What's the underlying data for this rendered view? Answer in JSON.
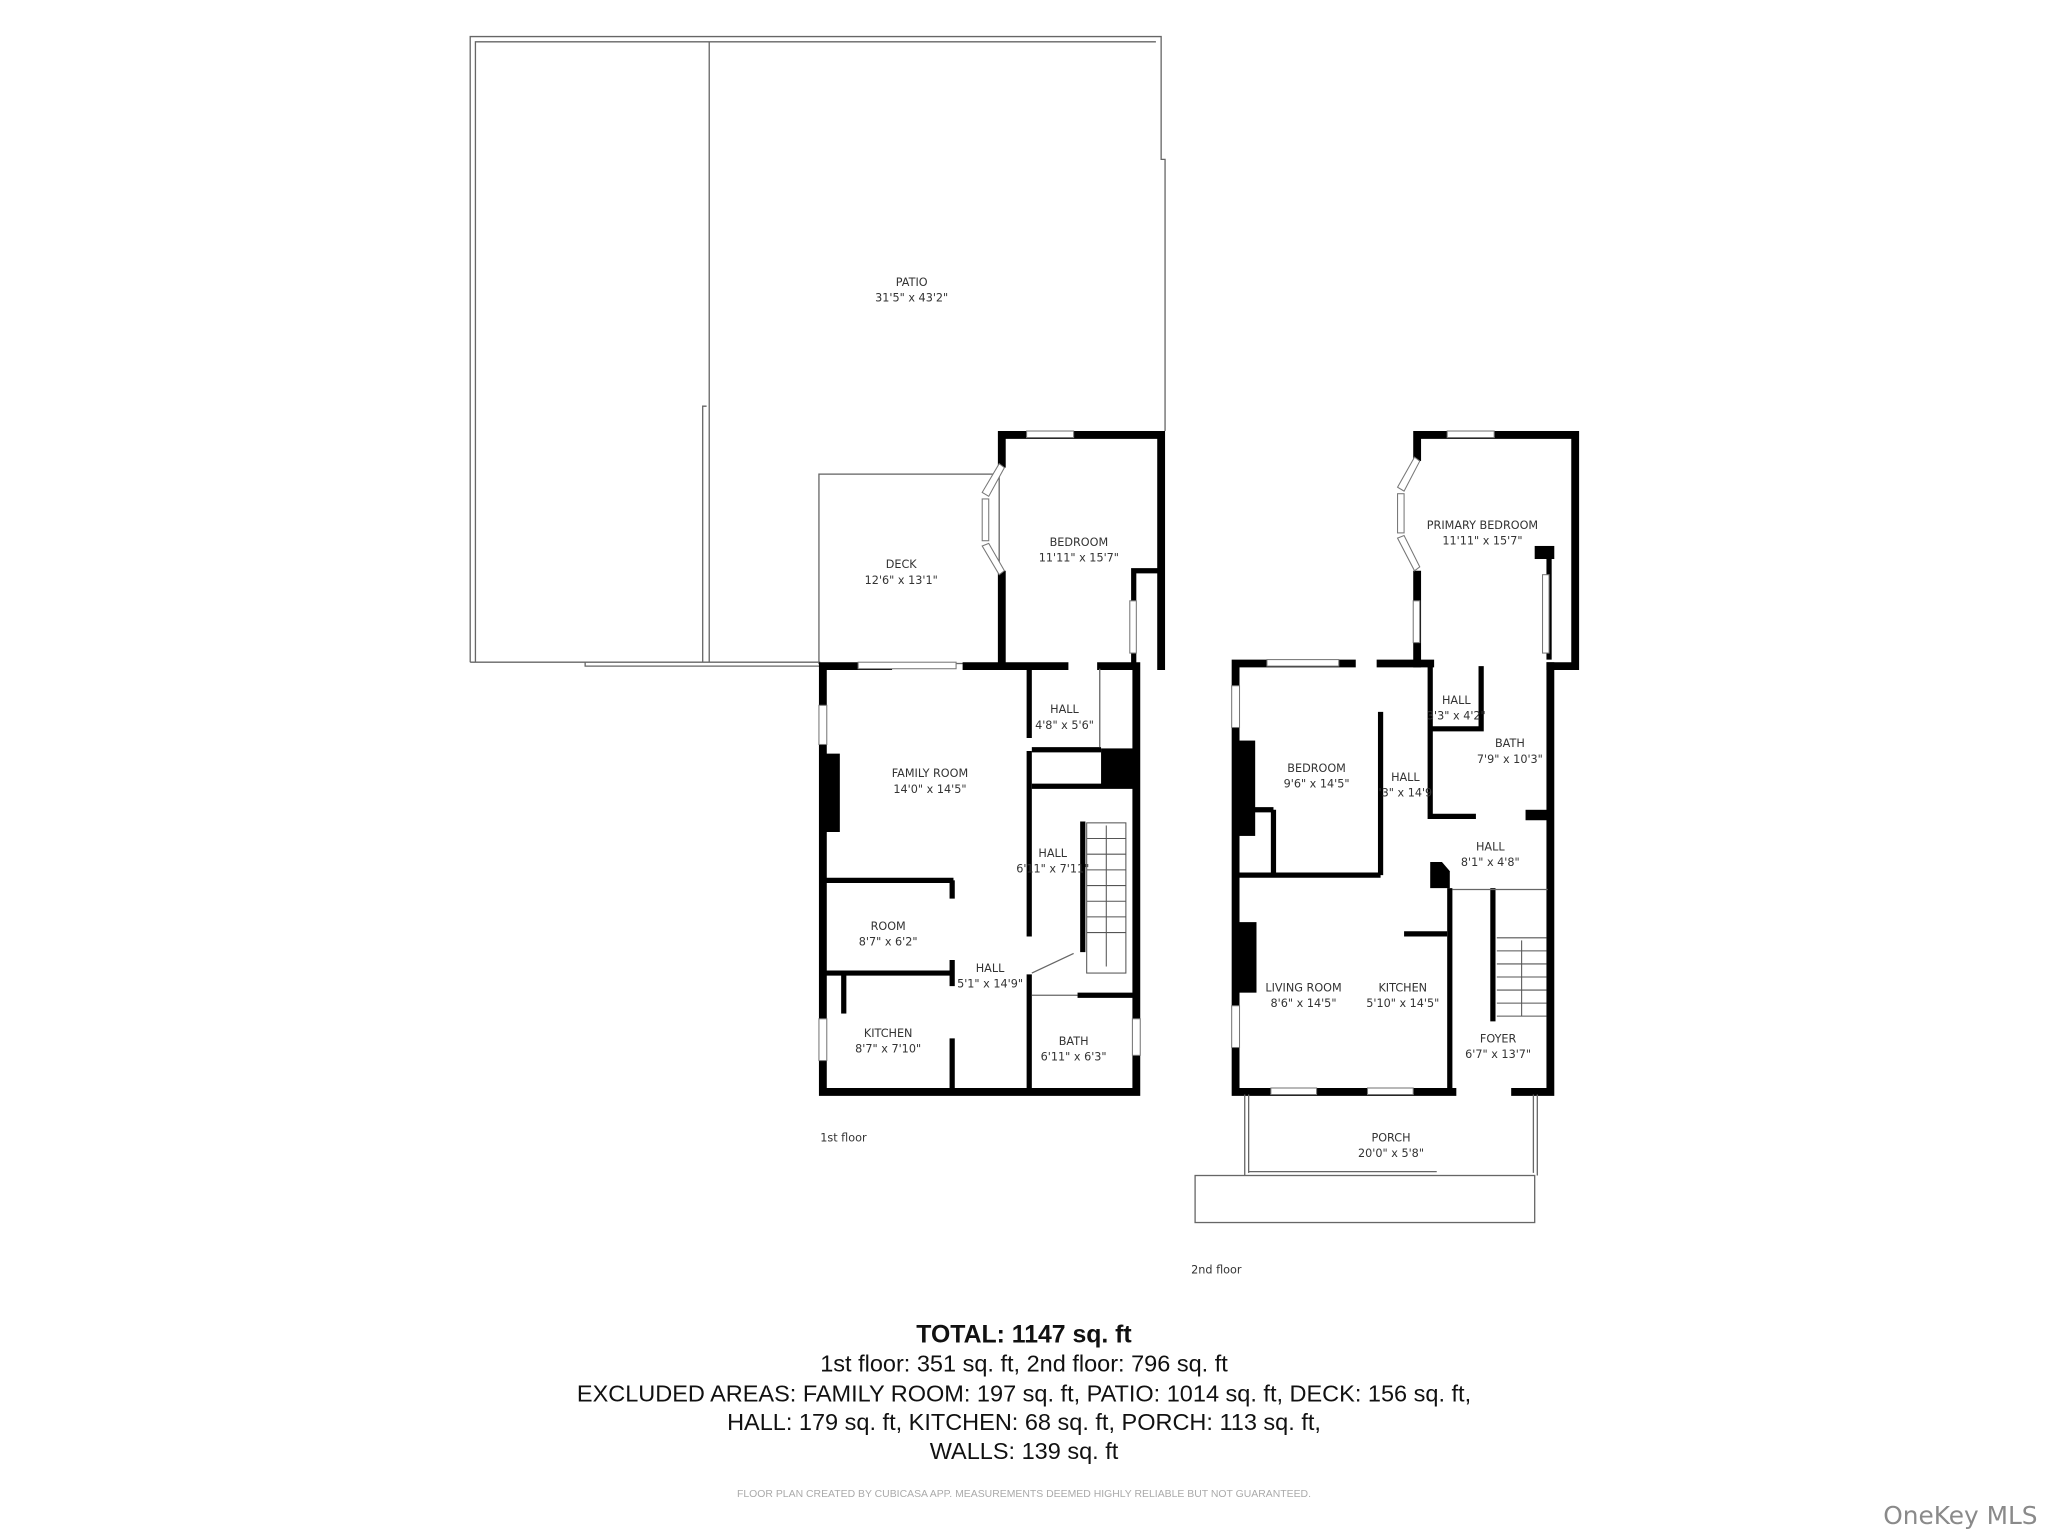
{
  "floors": {
    "first": {
      "label": "1st floor",
      "rooms": [
        {
          "name": "PATIO",
          "dims": "31'5\" x 43'2\""
        },
        {
          "name": "DECK",
          "dims": "12'6\" x 13'1\""
        },
        {
          "name": "BEDROOM",
          "dims": "11'11\" x 15'7\""
        },
        {
          "name": "HALL",
          "dims": "4'8\" x 5'6\""
        },
        {
          "name": "FAMILY ROOM",
          "dims": "14'0\" x 14'5\""
        },
        {
          "name": "HALL",
          "dims": "6'11\" x 7'11\""
        },
        {
          "name": "ROOM",
          "dims": "8'7\" x 6'2\""
        },
        {
          "name": "HALL",
          "dims": "5'1\" x 14'9\""
        },
        {
          "name": "KITCHEN",
          "dims": "8'7\" x 7'10\""
        },
        {
          "name": "BATH",
          "dims": "6'11\" x 6'3\""
        }
      ]
    },
    "second": {
      "label": "2nd floor",
      "rooms": [
        {
          "name": "PRIMARY BEDROOM",
          "dims": "11'11\" x 15'7\""
        },
        {
          "name": "BEDROOM",
          "dims": "9'6\" x 14'5\""
        },
        {
          "name": "HALL",
          "dims": "'3\" x 14'9"
        },
        {
          "name": "HALL",
          "dims": "3'3\" x 4'2\""
        },
        {
          "name": "BATH",
          "dims": "7'9\" x 10'3\""
        },
        {
          "name": "HALL",
          "dims": "8'1\" x 4'8\""
        },
        {
          "name": "LIVING ROOM",
          "dims": "8'6\" x 14'5\""
        },
        {
          "name": "KITCHEN",
          "dims": "5'10\" x 14'5\""
        },
        {
          "name": "FOYER",
          "dims": "6'7\" x 13'7\""
        },
        {
          "name": "PORCH",
          "dims": "20'0\" x 5'8\""
        }
      ]
    }
  },
  "summary": {
    "total": "TOTAL: 1147 sq. ft",
    "lines": [
      "1st floor: 351 sq. ft, 2nd floor: 796 sq. ft",
      "EXCLUDED AREAS: FAMILY ROOM: 197 sq. ft, PATIO: 1014 sq. ft, DECK: 156 sq. ft,",
      "HALL: 179 sq. ft, KITCHEN: 68 sq. ft, PORCH: 113 sq. ft,",
      "WALLS: 139 sq. ft"
    ],
    "disclaimer": "FLOOR PLAN CREATED BY CUBICASA APP. MEASUREMENTS DEEMED HIGHLY RELIABLE BUT NOT GUARANTEED."
  },
  "watermark": "OneKey MLS"
}
